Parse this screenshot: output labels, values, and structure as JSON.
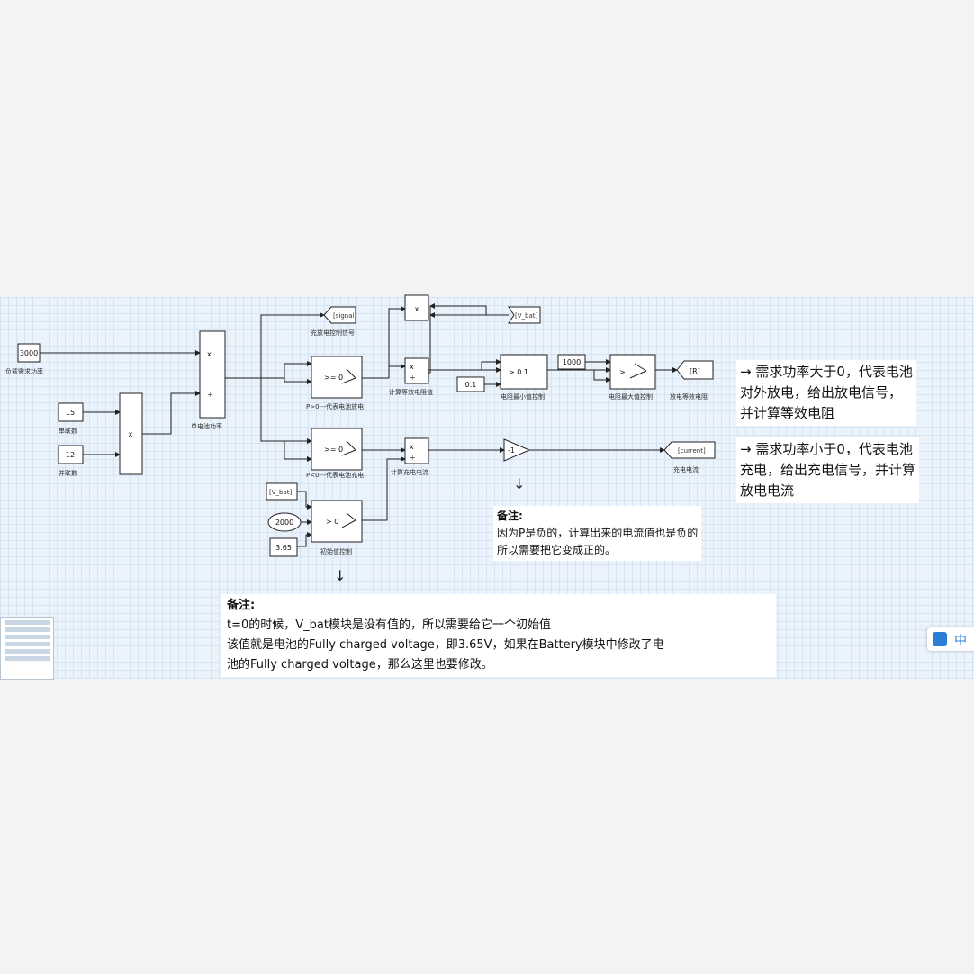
{
  "blocks": {
    "load_value": "3000",
    "load_label": "负载需求功率",
    "series_value": "15",
    "series_label": "串联数",
    "parallel_value": "12",
    "parallel_label": "并联数",
    "product_sign": "x",
    "divide_sign": "÷",
    "cell_power_label": "单电池功率",
    "signal_tag": "[signal]",
    "signal_label": "充放电控制信号",
    "vbat_tag": "[V_bat]",
    "switch_pos_cond": ">= 0",
    "switch_pos_label": "P>0---代表电池放电",
    "switch_neg_cond": ">= 0",
    "switch_neg_label": "P<0---代表电池充电",
    "calc_resistance_label": "计算等效电阻值",
    "min_value": "0.1",
    "min_switch_cond": "> 0.1",
    "min_label": "电阻最小值控制",
    "max_value": "1000",
    "max_switch_cond": ">",
    "max_label": "电阻最大值控制",
    "r_tag": "[R]",
    "r_label": "放电等效电阻",
    "calc_current_label": "计算充电电流",
    "gain_value": "-1",
    "current_tag": "[current]",
    "current_label": "充电电流",
    "init_vbat_tag": "[V_bat]",
    "init_const": "2000",
    "init_cond": "> 0",
    "init_value": "3.65",
    "init_label": "初始值控制"
  },
  "notes": {
    "discharge": [
      "→ 需求功率大于0，代表电池",
      "对外放电，给出放电信号，",
      "并计算等效电阻"
    ],
    "charge": [
      "→ 需求功率小于0，代表电池",
      "充电，给出充电信号，并计算",
      "放电电流"
    ],
    "neg_arrow": "↓",
    "neg_title": "备注:",
    "neg_lines": [
      "因为P是负的，计算出来的电流值也是负的",
      "所以需要把它变成正的。"
    ],
    "init_arrow": "↓",
    "init_title": "备注:",
    "init_lines": [
      "t=0的时候，V_bat模块是没有值的，所以需要给它一个初始值",
      "该值就是电池的Fully charged voltage，即3.65V，如果在Battery模块中修改了电",
      "池的Fully charged voltage，那么这里也要修改。"
    ],
    "badge_text": "中"
  }
}
